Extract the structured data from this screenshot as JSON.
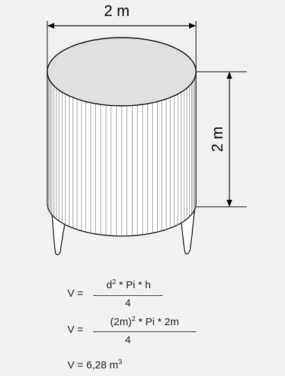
{
  "diagram": {
    "width_label": "2 m",
    "height_label": "2 m"
  },
  "formulas": {
    "line1": {
      "lhs": "V =",
      "num_base": "d",
      "num_exp": "2",
      "num_rest": " * Pi * h",
      "den": "4"
    },
    "line2": {
      "lhs": "V =",
      "num_base": "(2m)",
      "num_exp": "2",
      "num_rest": " * Pi * 2m",
      "den": "4"
    },
    "result": {
      "text": "V = 6,28 m",
      "unit_exp": "3"
    }
  },
  "colors": {
    "background": "#f1f1f1",
    "tank_top": "#e0e0e0",
    "tank_body": "#ffffff",
    "stroke": "#000000"
  }
}
